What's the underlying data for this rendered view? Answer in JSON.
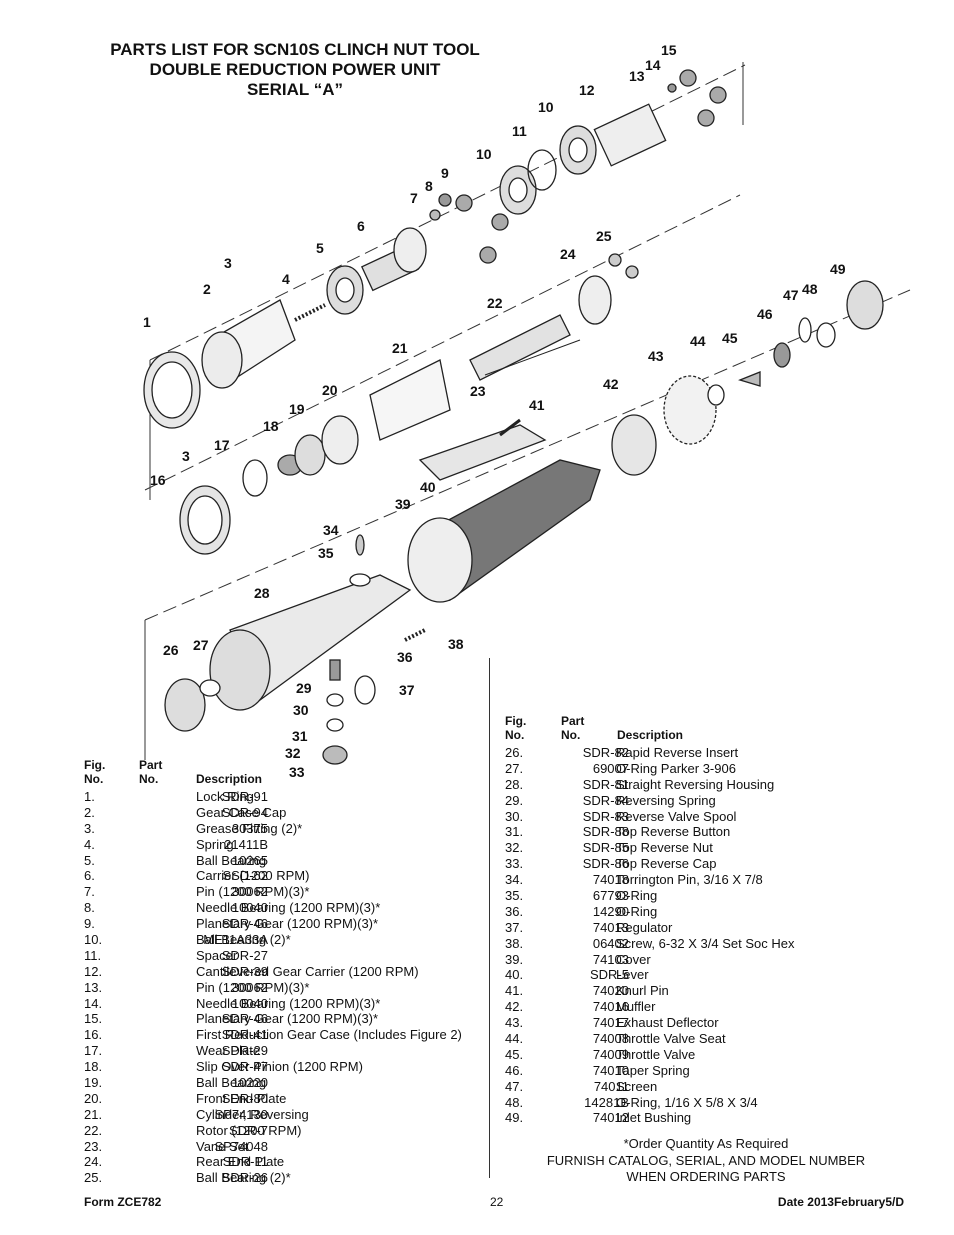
{
  "title": {
    "line1": "PARTS LIST FOR SCN10S CLINCH NUT TOOL",
    "line2": "DOUBLE REDUCTION POWER UNIT",
    "line3": "SERIAL “A”"
  },
  "drawing": {
    "callouts": [
      "1",
      "2",
      "3",
      "4",
      "5",
      "6",
      "7",
      "8",
      "9",
      "10",
      "10",
      "11",
      "12",
      "13",
      "14",
      "15",
      "16",
      "17",
      "18",
      "19",
      "20",
      "21",
      "22",
      "23",
      "24",
      "25",
      "26",
      "27",
      "28",
      "29",
      "30",
      "31",
      "32",
      "33",
      "34",
      "35",
      "36",
      "37",
      "38",
      "39",
      "40",
      "41",
      "42",
      "43",
      "44",
      "45",
      "46",
      "47",
      "48",
      "49",
      "3"
    ]
  },
  "table_headers": {
    "fig": "Fig.",
    "no": "No.",
    "part": "Part",
    "part_no": "No.",
    "description": "Description"
  },
  "parts_left": [
    {
      "fig": "1.",
      "part": "SDR-91",
      "desc": "Lock Ring"
    },
    {
      "fig": "2.",
      "part": "SDR-94",
      "desc": "Gear Case Cap"
    },
    {
      "fig": "3.",
      "part": "30375",
      "desc": "Grease Fitting (2)*"
    },
    {
      "fig": "4.",
      "part": "21411B",
      "desc": "Spring"
    },
    {
      "fig": "5.",
      "part": "10265",
      "desc": "Ball Bearing"
    },
    {
      "fig": "6.",
      "part": "SSD-62",
      "desc": "Carrier (1200 RPM)"
    },
    {
      "fig": "7.",
      "part": "30062",
      "desc": "Pin (1200 RPM)(3)*"
    },
    {
      "fig": "8.",
      "part": "10040",
      "desc": "Needle Bearing (1200 RPM)(3)*"
    },
    {
      "fig": "9.",
      "part": "SDR-46",
      "desc": "Planetary Gear (1200 RPM)(3)*"
    },
    {
      "fig": "10.",
      "part": "ME11A33A",
      "desc": "Ball Bearing (2)*"
    },
    {
      "fig": "11.",
      "part": "SDR-27",
      "desc": "Spacer"
    },
    {
      "fig": "12.",
      "part": "SDR-39",
      "desc": "Cantilevered Gear Carrier (1200 RPM)"
    },
    {
      "fig": "13.",
      "part": "30062",
      "desc": "Pin (1200 RPM)(3)*"
    },
    {
      "fig": "14.",
      "part": "10040",
      "desc": "Needle Bearing (1200 RPM)(3)*"
    },
    {
      "fig": "15.",
      "part": "SDR-46",
      "desc": "Planetary Gear (1200 RPM)(3)*"
    },
    {
      "fig": "16.",
      "part": "SDR-41",
      "desc": "First Reduction Gear Case (Includes Figure 2)"
    },
    {
      "fig": "17.",
      "part": "SDR-29",
      "desc": "Wear Plate"
    },
    {
      "fig": "18.",
      "part": "SDR-47",
      "desc": "Slip Over Pinion (1200 RPM)"
    },
    {
      "fig": "19.",
      "part": "10220",
      "desc": "Ball Bearing"
    },
    {
      "fig": "20.",
      "part": "SDR-80",
      "desc": "Front End Plate"
    },
    {
      "fig": "21.",
      "part": "SP74130",
      "desc": "Cylinder, Reversing"
    },
    {
      "fig": "22.",
      "part": "SDR-7",
      "desc": "Rotor (1200 RPM)"
    },
    {
      "fig": "23.",
      "part": "SP74048",
      "desc": "Vane Set"
    },
    {
      "fig": "24.",
      "part": "SDR-11",
      "desc": "Rear End Plate"
    },
    {
      "fig": "25.",
      "part": "SDR-26",
      "desc": "Ball Bearing (2)*"
    }
  ],
  "parts_right": [
    {
      "fig": "26.",
      "part": "SDR-82",
      "desc": "Rapid Reverse Insert"
    },
    {
      "fig": "27.",
      "part": "69007",
      "desc": "O-Ring Parker 3-906"
    },
    {
      "fig": "28.",
      "part": "SDR-81",
      "desc": "Straight Reversing Housing"
    },
    {
      "fig": "29.",
      "part": "SDR-84",
      "desc": "Reversing Spring"
    },
    {
      "fig": "30.",
      "part": "SDR-83",
      "desc": "Reverse Valve Spool"
    },
    {
      "fig": "31.",
      "part": "SDR-88",
      "desc": "Top Reverse Button"
    },
    {
      "fig": "32.",
      "part": "SDR-85",
      "desc": "Top Reverse Nut"
    },
    {
      "fig": "33.",
      "part": "SDR-86",
      "desc": "Top Reverse Cap"
    },
    {
      "fig": "34.",
      "part": "74018",
      "desc": "Torrington Pin, 3/16 X 7/8"
    },
    {
      "fig": "35.",
      "part": "67793",
      "desc": "O-Ring"
    },
    {
      "fig": "36.",
      "part": "14290",
      "desc": "O-Ring"
    },
    {
      "fig": "37.",
      "part": "74013",
      "desc": "Regulator"
    },
    {
      "fig": "38.",
      "part": "06402",
      "desc": "Screw, 6-32 X 3/4 Set Soc Hex"
    },
    {
      "fig": "39.",
      "part": "74103",
      "desc": "Cover"
    },
    {
      "fig": "40.",
      "part": "SDR-5",
      "desc": "Lever"
    },
    {
      "fig": "41.",
      "part": "74020",
      "desc": "Knurl Pin"
    },
    {
      "fig": "42.",
      "part": "74016",
      "desc": "Muffler"
    },
    {
      "fig": "43.",
      "part": "74017",
      "desc": "Exhaust Deflector"
    },
    {
      "fig": "44.",
      "part": "74008",
      "desc": "Throttle Valve Seat"
    },
    {
      "fig": "45.",
      "part": "74009",
      "desc": "Throttle Valve"
    },
    {
      "fig": "46.",
      "part": "74010",
      "desc": "Taper Spring"
    },
    {
      "fig": "47.",
      "part": "74011",
      "desc": "Screen"
    },
    {
      "fig": "48.",
      "part": "14281B",
      "desc": "O-Ring, 1/16 X 5/8 X 3/4"
    },
    {
      "fig": "49.",
      "part": "74012",
      "desc": "Inlet Bushing"
    }
  ],
  "notes": {
    "line1": "*Order Quantity As Required",
    "line2": "FURNISH CATALOG, SERIAL, AND MODEL NUMBER",
    "line3": "WHEN ORDERING PARTS"
  },
  "footer": {
    "form": "Form ZCE782",
    "page": "22",
    "date": "Date 2013February5/D"
  }
}
